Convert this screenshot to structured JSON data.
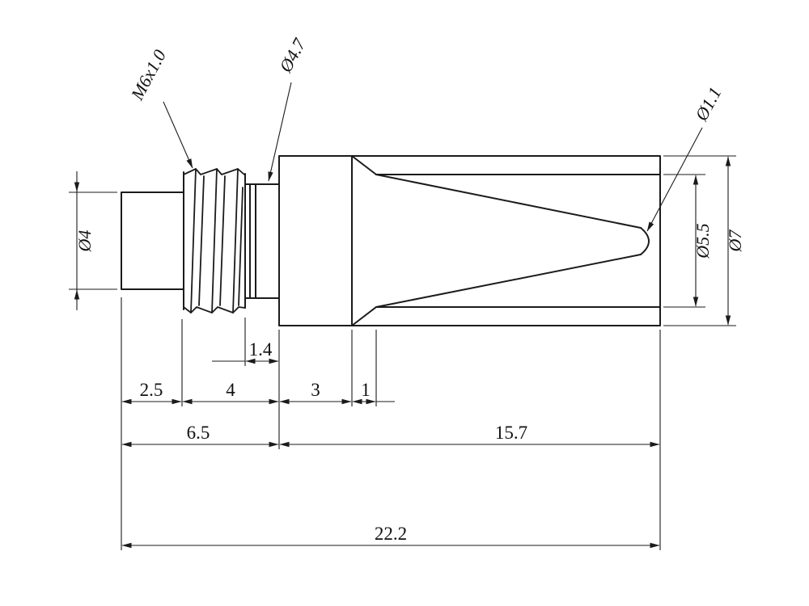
{
  "drawing": {
    "kind": "engineering dimension drawing of threaded nozzle tip",
    "colors": {
      "line": "#1b1b1b",
      "background": "#ffffff"
    },
    "labels": {
      "thread_spec": "M6x1.0",
      "neck_diameter": "Ø4.7",
      "tip_diameter": "Ø1.1",
      "shank_diameter": "Ø4",
      "bore_diameter": "Ø5.5",
      "body_diameter": "Ø7"
    },
    "dimensions": {
      "neck_length": "1.4",
      "shank_length": "2.5",
      "thread_length": "4",
      "bore_step": "3",
      "chamfer": "1",
      "rear_section": "6.5",
      "body_length": "15.7",
      "total_length": "22.2"
    }
  }
}
